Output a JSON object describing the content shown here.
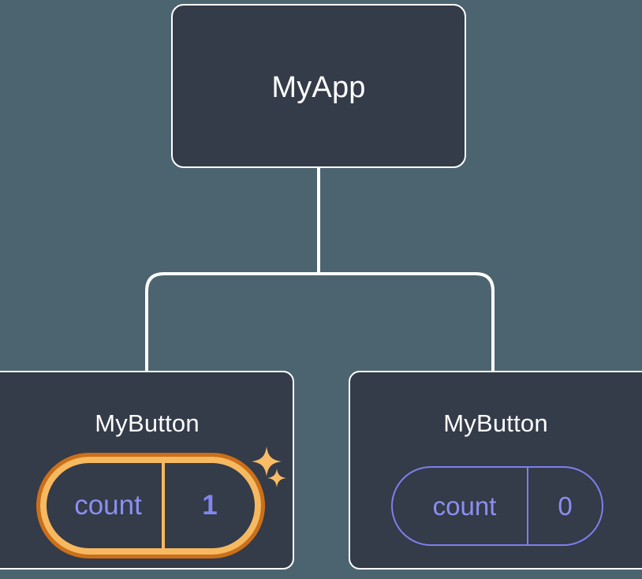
{
  "diagram": {
    "type": "component-tree",
    "background_color": "#4c6470",
    "node_fill": "#343b49",
    "node_border": "#ffffff",
    "connector_color": "#ffffff",
    "accent_highlight": "#f7b95f",
    "accent_highlight_outer": "#cc6f18",
    "state_color": "#8b8ff0",
    "root": {
      "label": "MyApp"
    },
    "children": [
      {
        "label": "MyButton",
        "highlighted": true,
        "state": {
          "key": "count",
          "value": "1"
        },
        "sparkles": [
          "sparkle-large",
          "sparkle-small"
        ]
      },
      {
        "label": "MyButton",
        "highlighted": false,
        "state": {
          "key": "count",
          "value": "0"
        }
      }
    ]
  }
}
